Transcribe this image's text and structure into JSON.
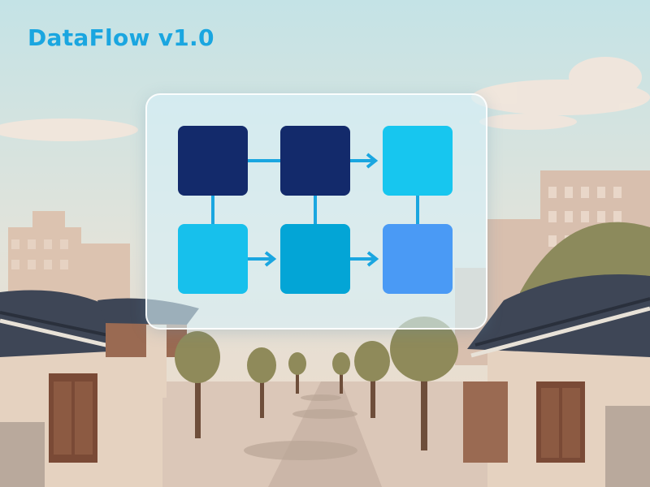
{
  "app": {
    "title": "DataFlow v1.0"
  },
  "diagram": {
    "nodes": [
      {
        "id": "n1",
        "color": "#132a6b"
      },
      {
        "id": "n2",
        "color": "#132a6b"
      },
      {
        "id": "n3",
        "color": "#17c6ef"
      },
      {
        "id": "n4",
        "color": "#17c0ec"
      },
      {
        "id": "n5",
        "color": "#03a5d6"
      },
      {
        "id": "n6",
        "color": "#4a9af5"
      }
    ],
    "connector_color": "#1aa6e0"
  },
  "colors": {
    "accent": "#1aa6e0",
    "sky": "#cfe6ea",
    "road": "#c9b6a9"
  }
}
